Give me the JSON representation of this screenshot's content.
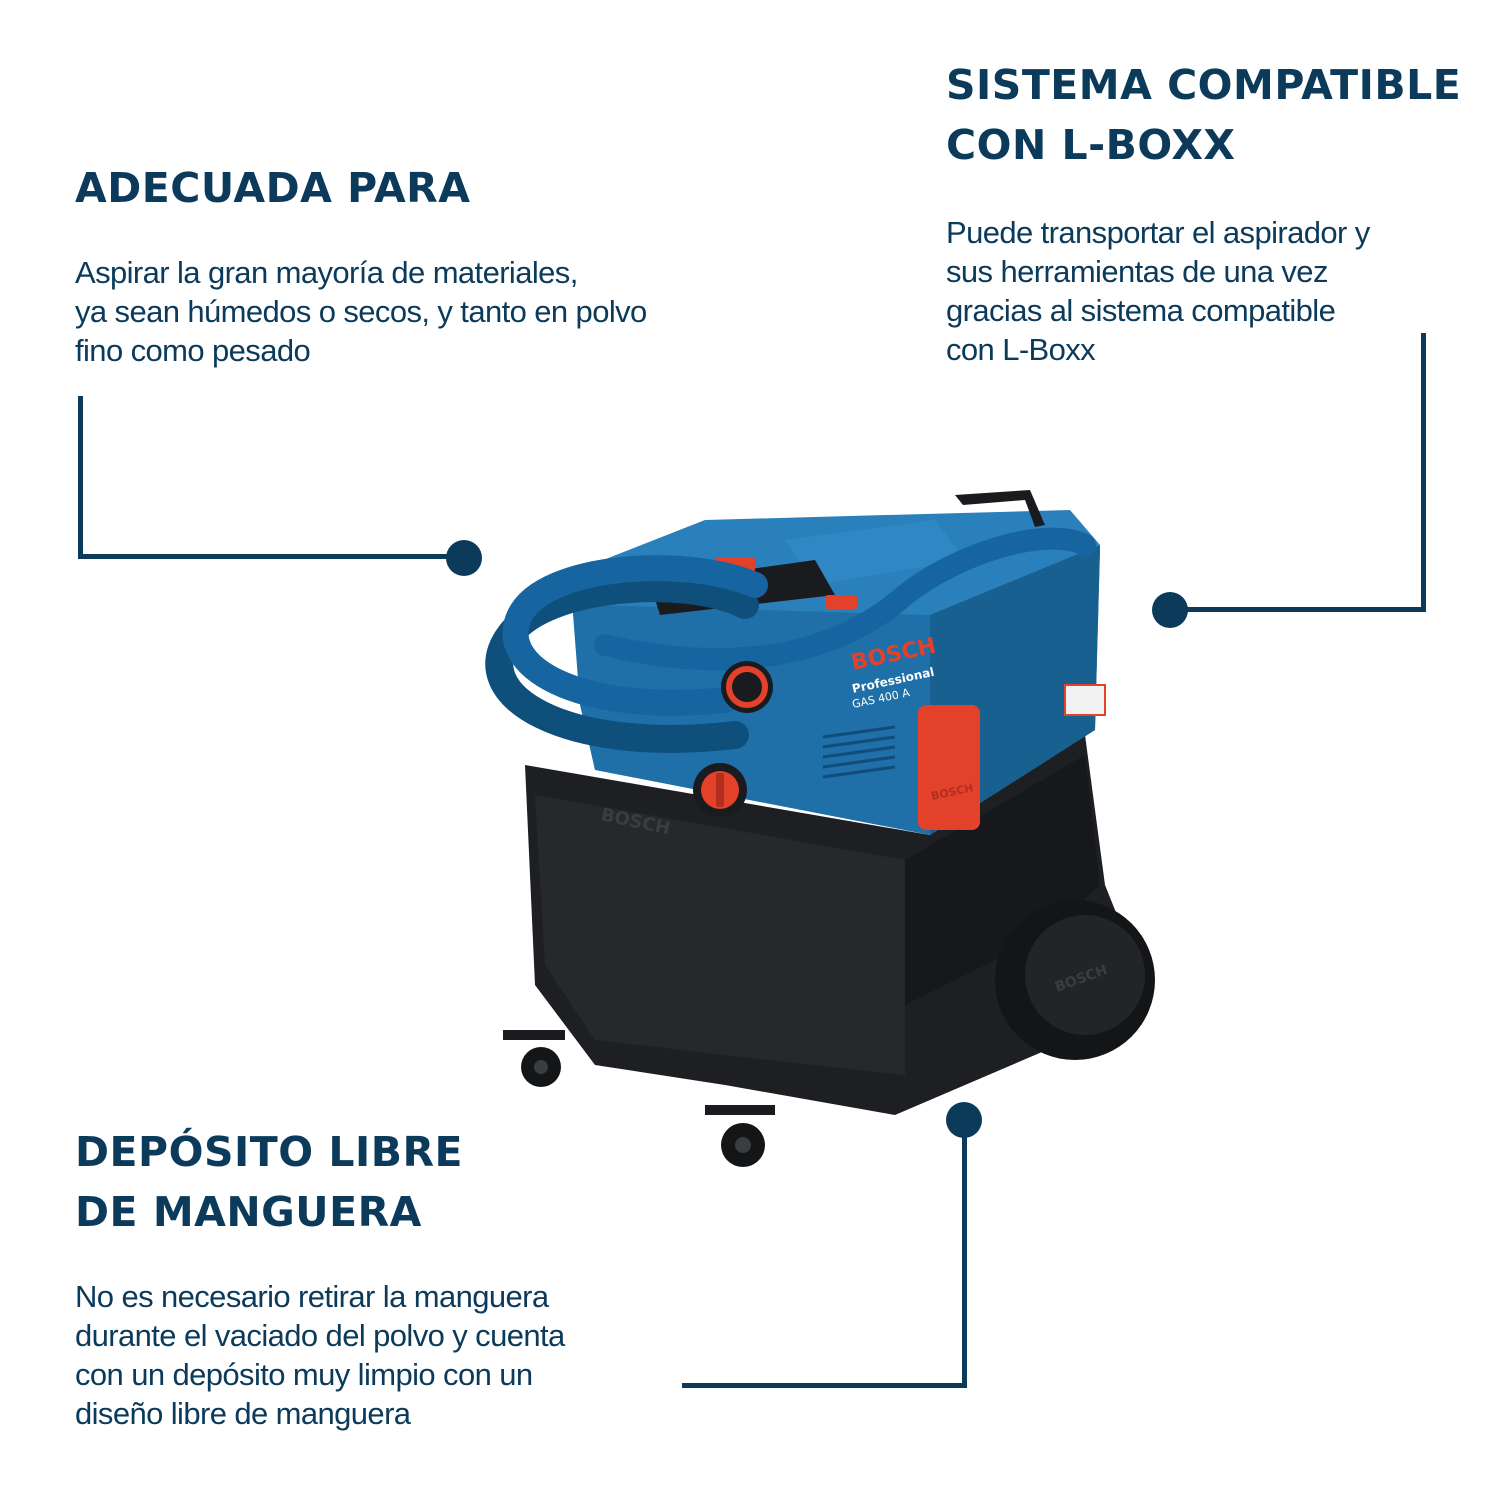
{
  "features": [
    {
      "title_lines": [
        "ADECUADA PARA"
      ],
      "description_lines": [
        "Aspirar la gran mayoría de materiales,",
        "ya sean húmedos o secos, y tanto en polvo",
        "fino como pesado"
      ]
    },
    {
      "title_lines": [
        "SISTEMA COMPATIBLE",
        "CON L-BOXX"
      ],
      "description_lines": [
        "Puede transportar el aspirador y",
        "sus herramientas de una vez",
        "gracias al sistema compatible",
        "con L-Boxx"
      ]
    },
    {
      "title_lines": [
        "DEPÓSITO LIBRE",
        "DE MANGUERA"
      ],
      "description_lines": [
        "No es necesario retirar la manguera",
        "durante el vaciado del polvo y cuenta",
        "con un depósito muy limpio con un",
        "diseño libre de manguera"
      ]
    }
  ],
  "product": {
    "brand": "BOSCH",
    "series": "Professional",
    "model": "GAS 400 A",
    "tank_logo": "BOSCH",
    "wheel_logo": "BOSCH",
    "latch_logo": "BOSCH"
  },
  "colors": {
    "text": "#0b3a5b",
    "product_blue": "#1f6fa8",
    "product_black": "#1e1f22",
    "accent_red": "#e4412b"
  }
}
